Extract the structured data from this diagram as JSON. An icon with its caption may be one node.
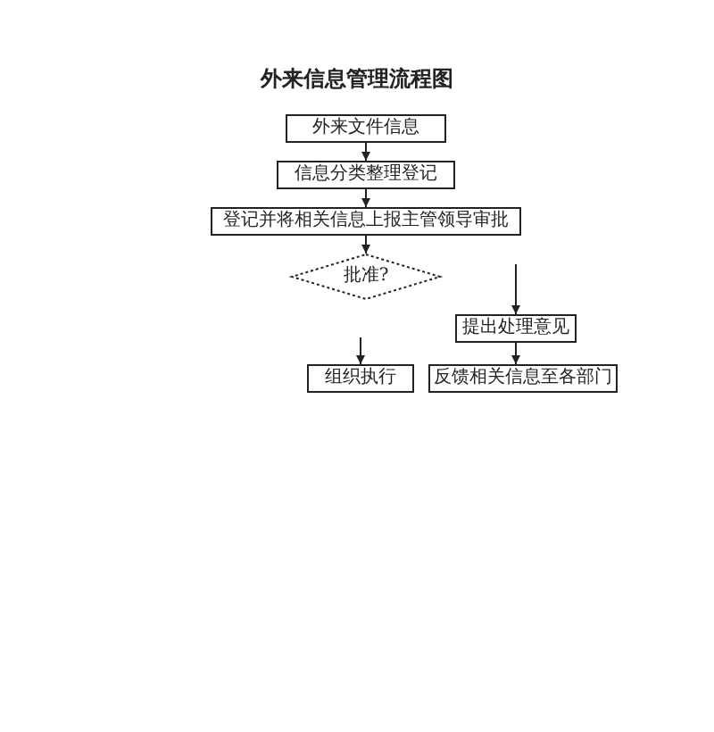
{
  "diagram": {
    "title": "外来信息管理流程图",
    "nodes": [
      {
        "text": [
          "外来文件信息"
        ]
      },
      {
        "text": [
          "信息分类整理登记"
        ]
      },
      {
        "text": [
          "登记并将相关信息上报主管领导审批"
        ]
      },
      {
        "text": [
          "批准?"
        ]
      },
      {
        "text": [
          "组织执行"
        ]
      },
      {
        "text": [
          "提出处理意见"
        ]
      },
      {
        "text": [
          "反馈相关信息至各部门"
        ]
      }
    ],
    "edges": [
      {
        "from": 0,
        "to": 1,
        "arrow": "to"
      },
      {
        "from": 1,
        "to": 2,
        "arrow": "to"
      },
      {
        "from": 2,
        "to": 3,
        "arrow": "to"
      },
      {
        "from": null,
        "to": 4,
        "arrow": "to"
      },
      {
        "from": null,
        "to": 5,
        "arrow": "to"
      },
      {
        "from": 5,
        "to": 6,
        "arrow": "to"
      }
    ]
  }
}
